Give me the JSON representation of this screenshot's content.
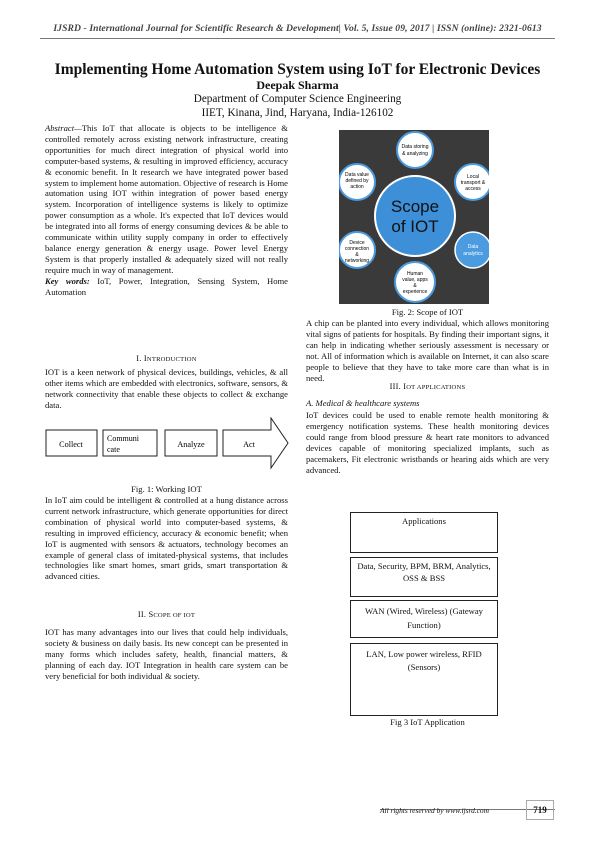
{
  "header": {
    "journal_line": "IJSRD - International Journal for Scientific Research & Development| Vol. 5, Issue 09, 2017 | ISSN (online): 2321-0613"
  },
  "paper": {
    "title": "Implementing Home Automation System using IoT for Electronic Devices",
    "author": "Deepak Sharma",
    "department": "Department of Computer Science Engineering",
    "institution": "IIET, Kinana, Jind, Haryana, India-126102"
  },
  "abstract": {
    "label": "Abstract—",
    "text": "This IoT that allocate is objects to be intelligence & controlled remotely across existing network infrastructure, creating opportunities for much direct integration of physical world into computer-based systems, & resulting in improved efficiency, accuracy & economic benefit. In It research we have integrated power based system to implement home automation. Objective of research is Home automation using IOT within integration of power based energy system. Incorporation of intelligence systems is likely to optimize power consumption as a whole. It's expected that IoT devices would be integrated into all forms of energy consuming devices & be able to communicate within utility supply company in order to effectively balance energy generation & energy usage. Power level Energy System is that properly installed & adequately sized will not really require much in way of management.",
    "keywords_label": "Key words:",
    "keywords": "IoT, Power, Integration, Sensing System, Home Automation"
  },
  "sections": {
    "intro_num": "I.",
    "intro_cap": "I",
    "intro_rest": "NTRODUCTION",
    "intro_text": "IOT is a keen network of physical devices, buildings, vehicles, & all other items which are embedded with electronics, software, sensors, & network connectivity that enable these objects to collect & exchange data.",
    "fig1_caption": "Fig. 1: Working IOT",
    "after_fig1": "In IoT aim could be intelligent & controlled at a hung distance across current network infrastructure, which generate opportunities for direct combination of physical world into computer-based systems, & resulting in improved efficiency, accuracy & economic benefit; when IoT is augmented with sensors & actuators, technology becomes an example of general class of imitated-physical systems, that includes technologies like smart homes, smart grids, smart transportation & advanced cities.",
    "scope_num": "II.",
    "scope_cap": "S",
    "scope_rest": "COPE OF IOT",
    "scope_text": "IOT has many advantages into our lives that could help individuals, society & business on daily basis. Its new concept can be presented in many forms which includes safety, health, financial matters, & planning of each day. IOT Integration in health care system can be very beneficial for both individual & society.",
    "fig2_caption": "Fig. 2: Scope of IOT",
    "chip_text": "A chip can be planted into every individual, which allows monitoring vital signs of patients for hospitals. By finding their important signs, it can help in indicating whether seriously assessment is necessary or not. All of information which is available on Internet, it can also scare people to believe that they have to take more care than what is in need.",
    "app_num": "III.",
    "app_cap": "I",
    "app_rest": "OT APPLICATIONS",
    "sub_a": "A. Medical & healthcare systems",
    "medical_text": "IoT devices could be used to enable remote health monitoring & emergency notification systems. These health monitoring devices could range from blood pressure & heart rate monitors to advanced devices capable of monitoring specialized implants, such as pacemakers, Fit electronic wristbands or hearing aids which are very advanced.",
    "fig3_caption": "Fig 3 IoT Application"
  },
  "fig1": {
    "steps": [
      "Collect",
      "Communi cate",
      "Analyze",
      "Act"
    ]
  },
  "fig2": {
    "center": "Scope of IOT",
    "nodes": [
      "Data storing & analyzing",
      "Local transport & access",
      "Data analytics",
      "Human value, apps & experience",
      "Device connection & networking",
      "Data value defined by action"
    ],
    "colors": {
      "center": "#3d8fd8",
      "node": "#4a9be0",
      "bg": "#3a3a3a"
    }
  },
  "fig3": {
    "layers": [
      "Applications",
      "Data, Security, BPM, BRM, Analytics, OSS & BSS",
      "WAN (Wired, Wireless) (Gateway Function)",
      "LAN, Low power wireless, RFID (Sensors)"
    ]
  },
  "footer": {
    "rights": "All rights reserved by www.ijsrd.com",
    "page": "719"
  }
}
